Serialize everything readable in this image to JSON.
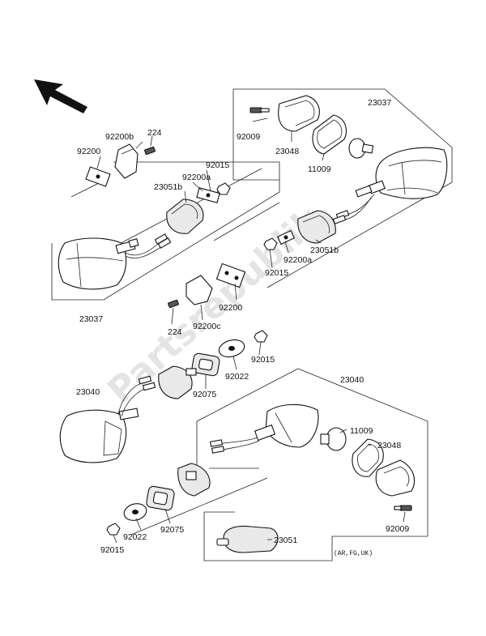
{
  "watermark": "Partsrepublik",
  "labels": {
    "p_23037_top": "23037",
    "p_92009_top": "92009",
    "p_23048_top": "23048",
    "p_11009_top": "11009",
    "p_92200b": "92200b",
    "p_224_top": "224",
    "p_92200_left": "92200",
    "p_92015_a": "92015",
    "p_92200a_left": "92200a",
    "p_23051b_left": "23051b",
    "p_23051b_right": "23051b",
    "p_92200a_right": "92200a",
    "p_92015_b": "92015",
    "p_23037_left": "23037",
    "p_92200_mid": "92200",
    "p_224_mid": "224",
    "p_92200c": "92200c",
    "p_92015_c": "92015",
    "p_92022_mid": "92022",
    "p_92075_mid": "92075",
    "p_23040_left": "23040",
    "p_23040_right": "23040",
    "p_11009_bot": "11009",
    "p_23048_bot": "23048",
    "p_92009_bot": "92009",
    "p_92022_bot": "92022",
    "p_92075_bot": "92075",
    "p_92015_bot": "92015",
    "p_23051": "23051",
    "region_note": "(AR,FG,UK)"
  }
}
